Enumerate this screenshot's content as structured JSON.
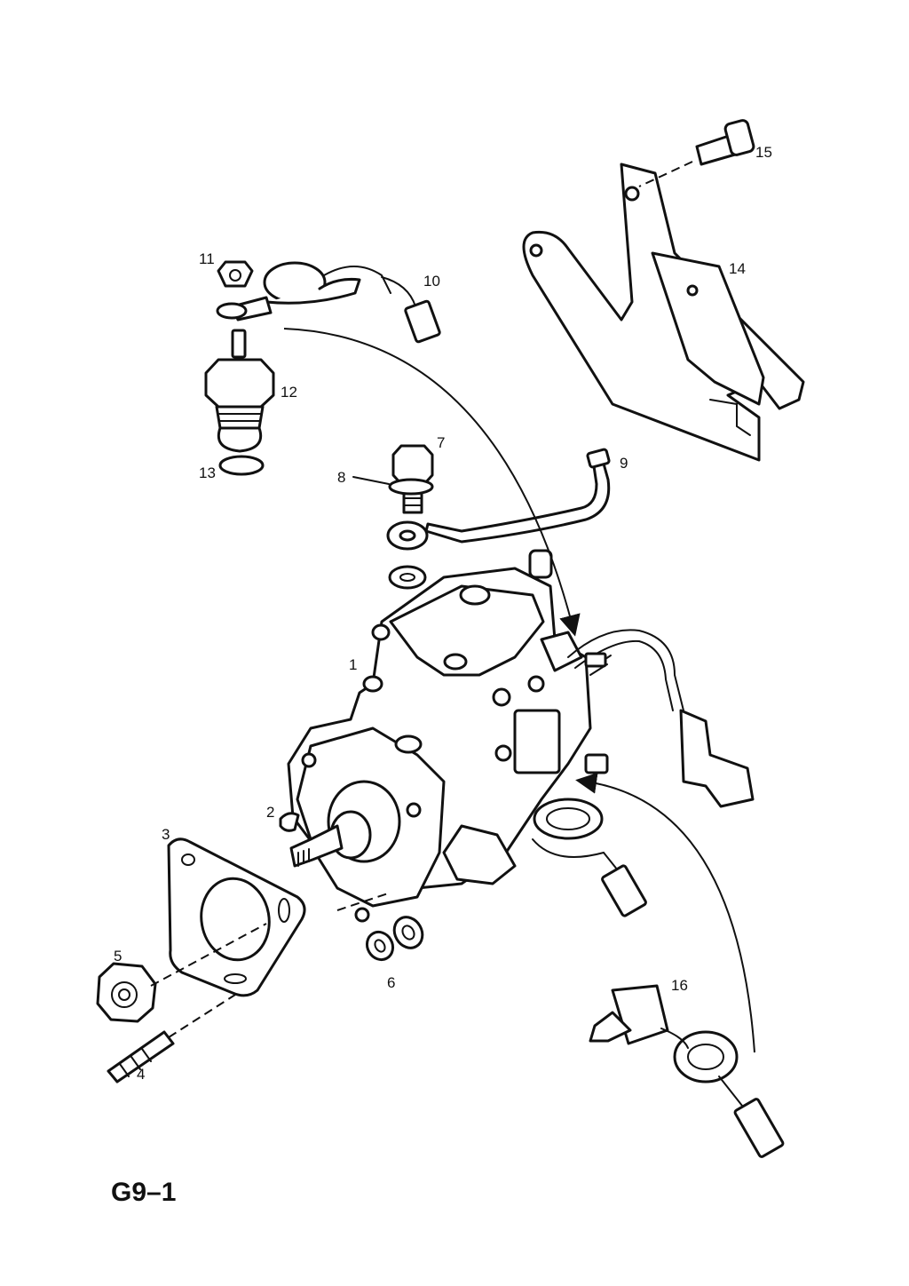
{
  "page_code": "G9–1",
  "callouts": [
    {
      "id": "1",
      "part": "injection-pump"
    },
    {
      "id": "2",
      "part": "woodruff-key"
    },
    {
      "id": "3",
      "part": "flange-gasket"
    },
    {
      "id": "4",
      "part": "stud"
    },
    {
      "id": "5",
      "part": "flange-nut"
    },
    {
      "id": "6",
      "part": "washers"
    },
    {
      "id": "7",
      "part": "banjo-bolt"
    },
    {
      "id": "8",
      "part": "sealing-washer"
    },
    {
      "id": "9",
      "part": "return-pipe"
    },
    {
      "id": "10",
      "part": "wiring-lead"
    },
    {
      "id": "11",
      "part": "terminal-nut"
    },
    {
      "id": "12",
      "part": "stop-solenoid"
    },
    {
      "id": "13",
      "part": "o-ring"
    },
    {
      "id": "14",
      "part": "mounting-bracket"
    },
    {
      "id": "15",
      "part": "bracket-bolt"
    },
    {
      "id": "16",
      "part": "needle-lift-sensor"
    }
  ]
}
